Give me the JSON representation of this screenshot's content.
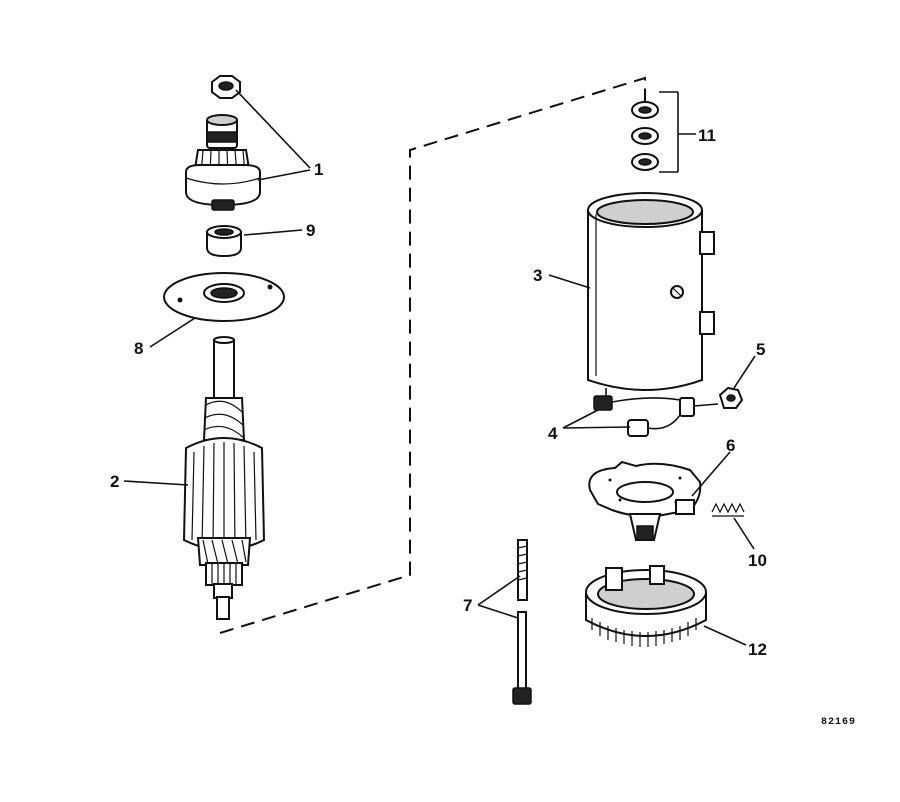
{
  "figure_id": "82169",
  "callouts": [
    {
      "id": "c1",
      "label": "1"
    },
    {
      "id": "c2",
      "label": "2"
    },
    {
      "id": "c3",
      "label": "3"
    },
    {
      "id": "c4",
      "label": "4"
    },
    {
      "id": "c5",
      "label": "5"
    },
    {
      "id": "c6",
      "label": "6"
    },
    {
      "id": "c7",
      "label": "7"
    },
    {
      "id": "c8",
      "label": "8"
    },
    {
      "id": "c9",
      "label": "9"
    },
    {
      "id": "c10",
      "label": "10"
    },
    {
      "id": "c11",
      "label": "11"
    },
    {
      "id": "c12",
      "label": "12"
    }
  ]
}
